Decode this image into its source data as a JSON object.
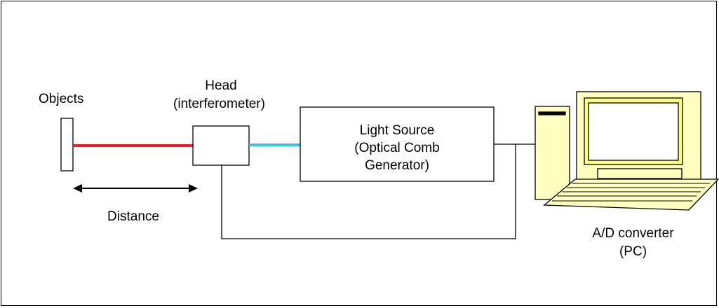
{
  "labels": {
    "objects": "Objects",
    "head_line1": "Head",
    "head_line2": "(interferometer)",
    "light_line1": "Light Source",
    "light_line2": "(Optical Comb",
    "light_line3": "Generator)",
    "distance": "Distance",
    "pc_line1": "A/D converter",
    "pc_line2": "(PC)"
  },
  "colors": {
    "laser_beam": "#ee1c24",
    "fiber": "#33c3ec",
    "pc_body": "#ffffc0"
  },
  "icons": [
    "desktop-computer-icon",
    "double-arrow-icon"
  ]
}
